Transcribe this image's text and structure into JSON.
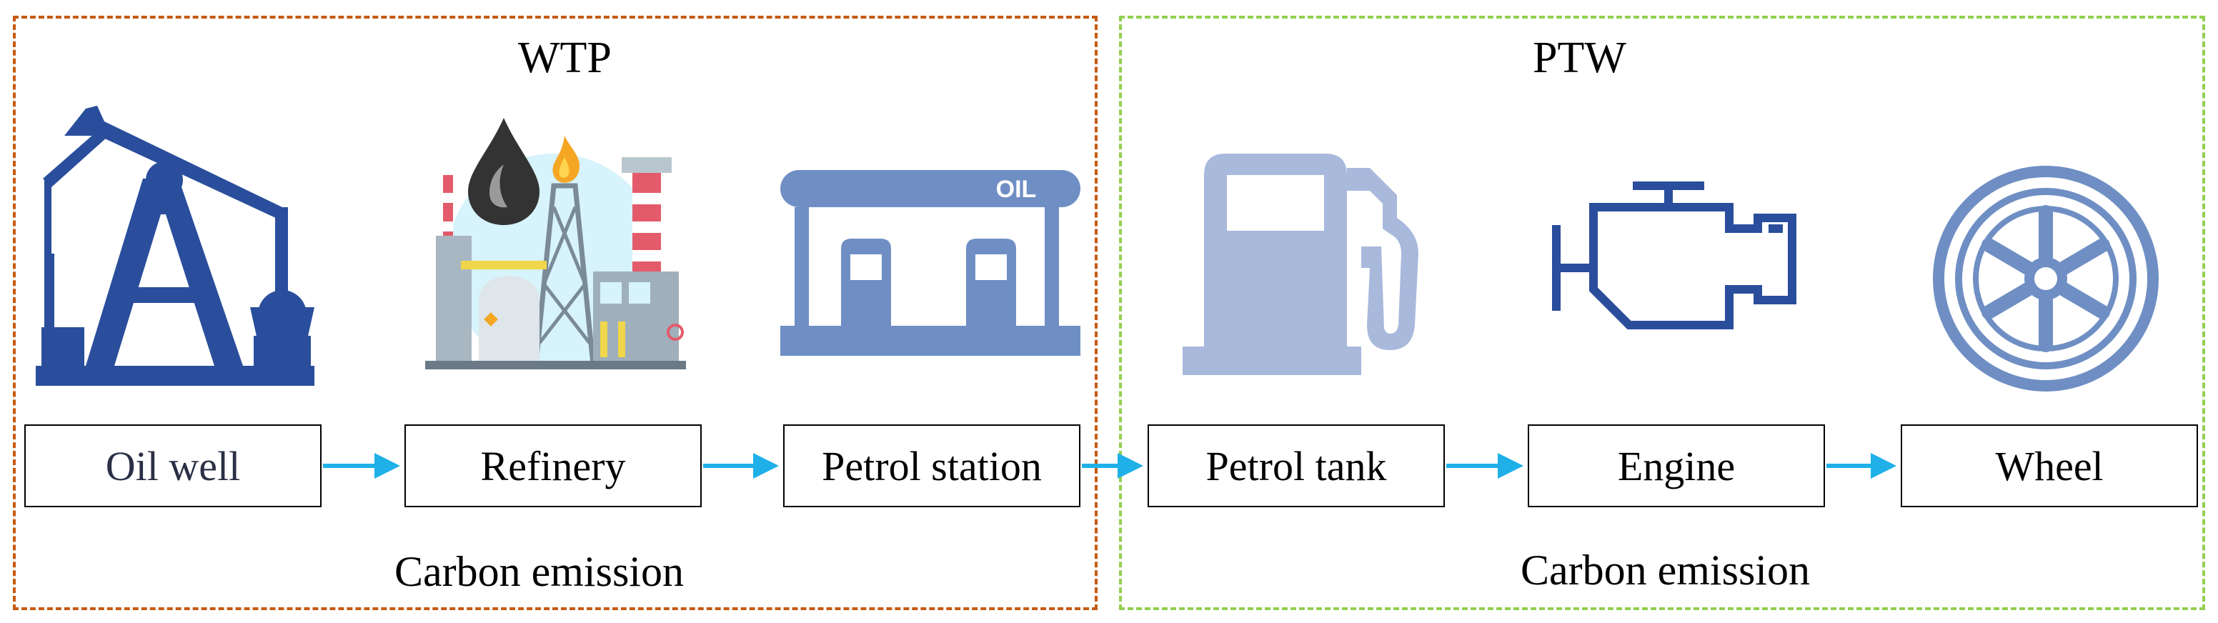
{
  "stages": {
    "wtp": {
      "title": "WTP",
      "emission_label": "Carbon emission",
      "border_color": "#c55a11",
      "steps": [
        {
          "label": "Oil well",
          "icon": "oil-pumpjack-icon"
        },
        {
          "label": "Refinery",
          "icon": "refinery-icon"
        },
        {
          "label": "Petrol station",
          "icon": "petrol-station-icon"
        }
      ]
    },
    "ptw": {
      "title": "PTW",
      "emission_label": "Carbon emission",
      "border_color": "#92d050",
      "steps": [
        {
          "label": "Petrol tank",
          "icon": "fuel-pump-icon"
        },
        {
          "label": "Engine",
          "icon": "engine-icon"
        },
        {
          "label": "Wheel",
          "icon": "wheel-icon"
        }
      ]
    }
  },
  "icons": {
    "station_sign": "OIL"
  },
  "colors": {
    "arrow": "#1fb0e8",
    "icon_dark_blue": "#2a4e9c",
    "icon_mid_blue": "#6f8fc4",
    "icon_light_blue": "#a9b9dc"
  }
}
